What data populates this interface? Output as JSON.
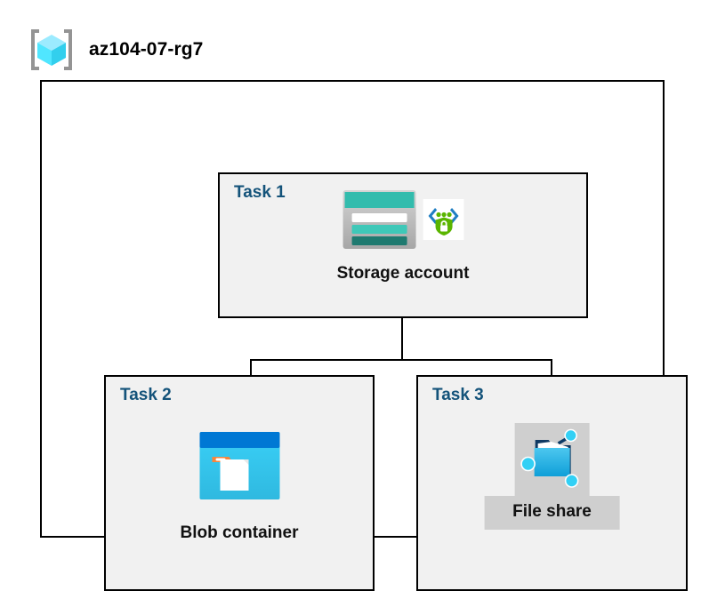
{
  "header": {
    "icon": "resource-group-cube-icon",
    "title": "az104-07-rg7"
  },
  "diagram": {
    "type": "azure-architecture",
    "container_label": "az104-07-rg7",
    "tasks": [
      {
        "id": "task-1",
        "label": "Task 1",
        "resource_name": "Storage account",
        "icons": [
          "storage-account-icon",
          "security-shield-icon"
        ],
        "highlighted": false
      },
      {
        "id": "task-2",
        "label": "Task 2",
        "resource_name": "Blob container",
        "icons": [
          "blob-container-icon"
        ],
        "highlighted": false
      },
      {
        "id": "task-3",
        "label": "Task 3",
        "resource_name": "File share",
        "icons": [
          "file-share-icon"
        ],
        "highlighted": true
      }
    ],
    "connections": [
      {
        "from": "Storage account",
        "to": "Blob container"
      },
      {
        "from": "Storage account",
        "to": "File share"
      }
    ]
  },
  "colors": {
    "task_label": "#14537a",
    "box_fill": "#f1f1f1",
    "box_border": "#000000",
    "page_background": "#ffffff",
    "highlight": "#cfcfcf",
    "storage_teal": "#32bcad",
    "storage_teal_dark": "#1f7a70",
    "blob_blue_dark": "#0078d4",
    "blob_cyan": "#32c5f4",
    "blob_orange": "#f7863e",
    "shield_green": "#5ab500",
    "chevron_blue": "#1f7ec2",
    "cube_cyan": "#50e6ff",
    "bracket_gray": "#949494"
  }
}
